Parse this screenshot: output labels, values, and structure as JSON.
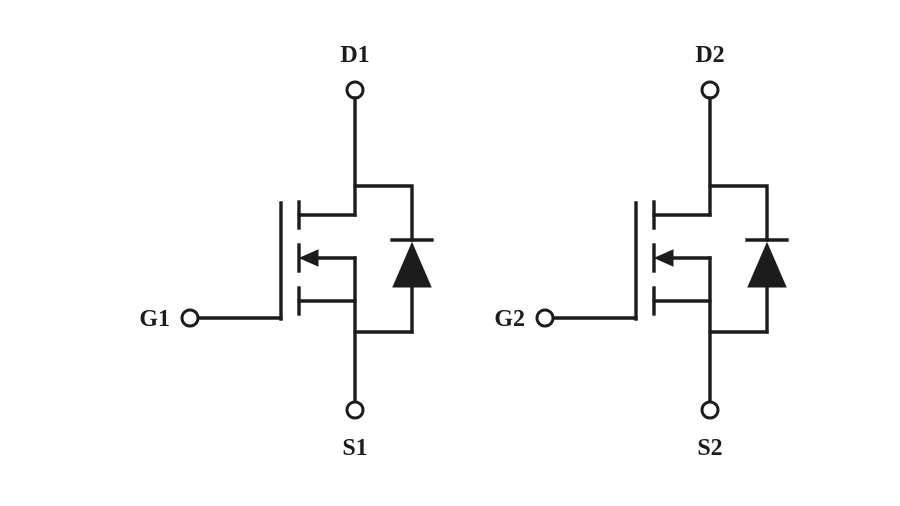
{
  "diagram": {
    "colors": {
      "line": "#1c1c1c",
      "background": "#ffffff"
    },
    "mosfets": [
      {
        "drain_label": "D1",
        "gate_label": "G1",
        "source_label": "S1"
      },
      {
        "drain_label": "D2",
        "gate_label": "G2",
        "source_label": "S2"
      }
    ]
  }
}
